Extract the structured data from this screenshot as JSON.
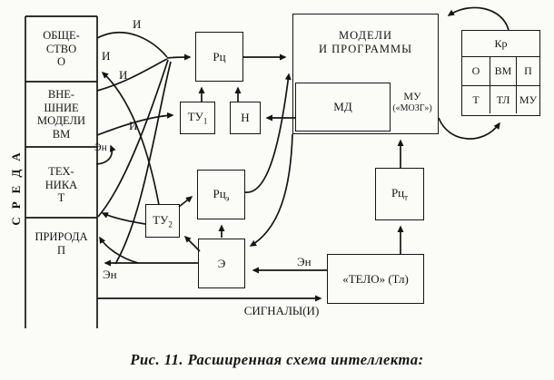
{
  "diagram": {
    "environment": {
      "axis_label": "СРЕДА",
      "sectors": [
        {
          "id": "society",
          "lines": [
            "ОБЩЕ-",
            "СТВО",
            "О"
          ]
        },
        {
          "id": "external-models",
          "lines": [
            "ВНЕ-",
            "ШНИЕ",
            "МОДЕЛИ",
            "ВМ"
          ]
        },
        {
          "id": "technique",
          "lines": [
            "ТЕХ-",
            "НИКА",
            "Т"
          ]
        },
        {
          "id": "nature",
          "lines": [
            "ПРИРОДА",
            "П"
          ]
        }
      ]
    },
    "blocks": {
      "rc": {
        "label": "Рц"
      },
      "tu1": {
        "label": "ТУ",
        "sub": "1"
      },
      "n": {
        "label": "Н"
      },
      "models": {
        "lines": [
          "МОДЕЛИ",
          "И ПРОГРАММЫ"
        ]
      },
      "md": {
        "label": "МД"
      },
      "mu": {
        "line1": "МУ",
        "line2": "(«МОЗГ»)"
      },
      "rce": {
        "label": "Рц",
        "sub": "э"
      },
      "tu2": {
        "label": "ТУ",
        "sub": "2"
      },
      "e": {
        "label": "Э"
      },
      "rct": {
        "label": "Рц",
        "sub": "т"
      },
      "telo": {
        "label": "«ТЕЛО» (Тл)"
      }
    },
    "kr_table": {
      "header": "Кр",
      "rows": [
        [
          "О",
          "ВМ",
          "П"
        ],
        [
          "Т",
          "ТЛ",
          "МУ"
        ]
      ]
    },
    "flow_labels": {
      "i1": "И",
      "i2": "И",
      "i3": "И",
      "i4": "И",
      "en1": "Эн",
      "en2": "Эн",
      "en3": "Эн",
      "signals": "СИГНАЛЫ(И)"
    },
    "caption": "Рис. 11. Расширенная схема интеллекта:",
    "colors": {
      "ink": "#151515",
      "paper": "#fbfbf8"
    }
  }
}
